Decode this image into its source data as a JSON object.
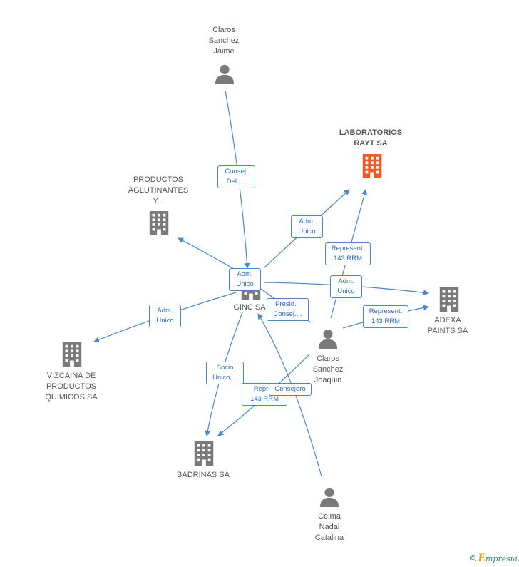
{
  "nodes": {
    "claros_jaime": "Claros\nSanchez\nJaime",
    "laboratorios": "LABORATORIOS\nRAYT SA",
    "productos": "PRODUCTOS\nAGLUTINANTES\nY...",
    "ginc": "GINC SA",
    "adexa": "ADEXA\nPAINTS SA",
    "vizcaina": "VIZCAINA DE\nPRODUCTOS\nQUIMICOS SA",
    "claros_joaquin": "Claros\nSanchez\nJoaquin",
    "badrinas": "BADRINAS SA",
    "celma": "Celma\nNadal\nCatalina"
  },
  "edges": {
    "consej_del": "Consej.\nDel.,...",
    "adm_unico_lab": "Adm.\nUnico",
    "represent_lab": "Represent.\n143 RRM",
    "adm_unico_ginc": "Adm.\nUnico",
    "adm_unico_adexa": "Adm.\nUnico",
    "presid": "Presid. ,\nConsej....",
    "adm_unico_vizc": "Adm.\nUnico",
    "represent_adexa": "Represent.\n143 RRM",
    "socio": "Socio\nÚnico,...",
    "repres_badr": "Repres\n143 RRM",
    "consejero": "Consejero"
  },
  "colors": {
    "edge": "#4a86c8",
    "node": "#7a7a7a",
    "focus": "#f05a28"
  },
  "footer": {
    "copyright": "©",
    "brand_e": "E",
    "brand_rest": "mpresia"
  }
}
